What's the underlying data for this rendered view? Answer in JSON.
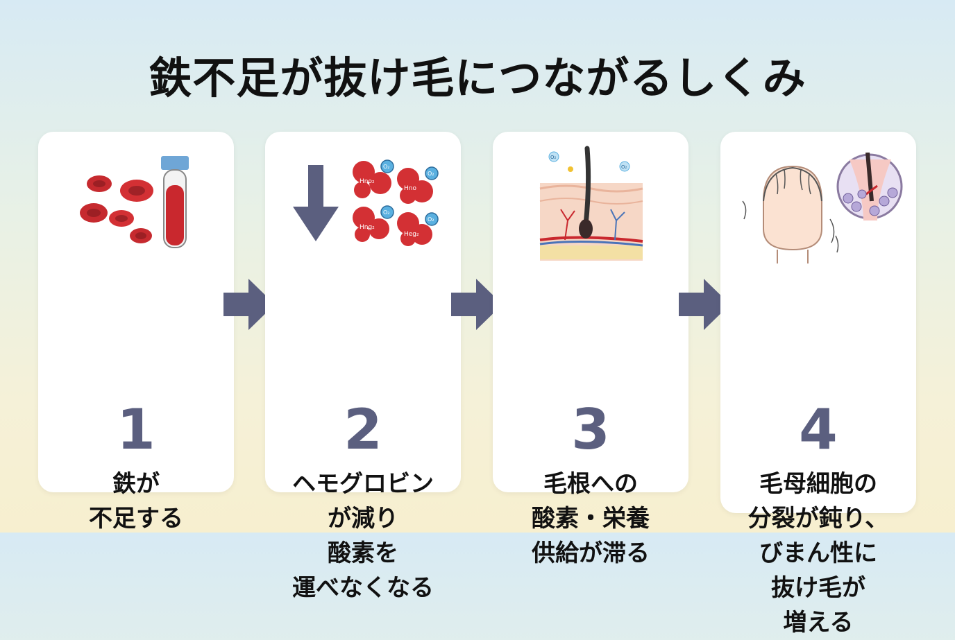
{
  "title": "鉄不足が抜け毛につながるしくみ",
  "steps": [
    {
      "number": "1",
      "lines": [
        "鉄が",
        "不足する"
      ]
    },
    {
      "number": "2",
      "lines": [
        "ヘモグロビン",
        "が減り",
        "酸素を",
        "運べなくなる"
      ],
      "molecules": [
        "Hno₂",
        "Hno",
        "Hng₂",
        "Heg₂"
      ],
      "o2": [
        "O₂",
        "O₂",
        "O₂",
        "O₂"
      ]
    },
    {
      "number": "3",
      "lines": [
        "毛根への",
        "酸素・栄養",
        "供給が滞る"
      ],
      "o2": [
        "O₂",
        "O₂"
      ]
    },
    {
      "number": "4",
      "lines": [
        "毛母細胞の",
        "分裂が鈍り、",
        "びまん性に",
        "抜け毛が",
        "増える"
      ]
    }
  ],
  "colors": {
    "accent": "#5b5f7f",
    "blood": "#c62a2f",
    "arrow": "#5b5f7f"
  },
  "icons": [
    "red-blood-cells-icon",
    "blood-test-tube-icon",
    "down-arrow-icon",
    "hemoglobin-molecule-icon",
    "hair-root-skin-icon",
    "thinning-hair-head-icon",
    "follicle-cells-icon"
  ]
}
